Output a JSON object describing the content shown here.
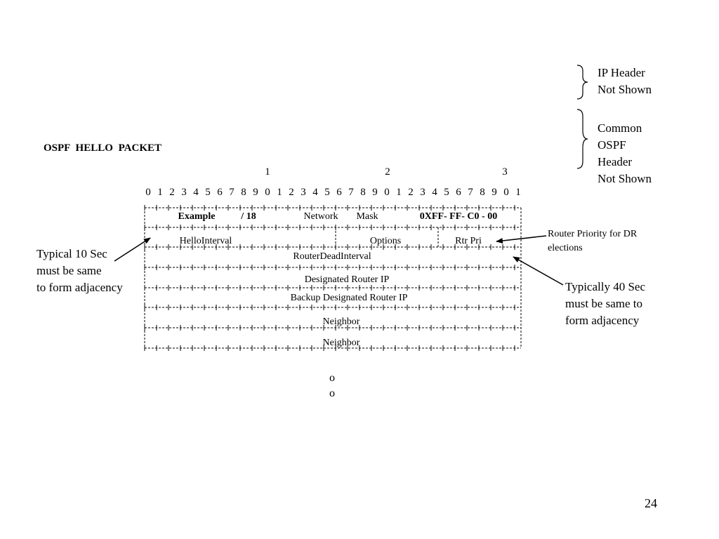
{
  "title": "OSPF  HELLO  PACKET",
  "bit_decades": [
    "1",
    "2",
    "3"
  ],
  "bit_indices": [
    "0",
    "1",
    "2",
    "3",
    "4",
    "5",
    "6",
    "7",
    "8",
    "9",
    "0",
    "1",
    "2",
    "3",
    "4",
    "5",
    "6",
    "7",
    "8",
    "9",
    "0",
    "1",
    "2",
    "3",
    "4",
    "5",
    "6",
    "7",
    "8",
    "9",
    "0",
    "1"
  ],
  "packet": {
    "row1": {
      "example": "Example",
      "prefix": "/ 18",
      "network": "Network",
      "mask": "Mask",
      "mask_value": "0XFF- FF- C0 - 00"
    },
    "row2": {
      "hello_interval": "HelloInterval",
      "options": "Options",
      "rtr_pri": "Rtr Pri"
    },
    "row3": "RouterDeadInterval",
    "row4": "Designated Router IP",
    "row5": "Backup Designated Router IP",
    "row6": "Neighbor",
    "row7": "Neighbor"
  },
  "ellipsis": [
    "o",
    "o"
  ],
  "annotations": {
    "ip_header": [
      "IP Header",
      "Not Shown"
    ],
    "common_header": [
      "Common",
      "OSPF",
      "Header",
      "Not Shown"
    ],
    "router_priority": [
      "Router Priority for DR",
      "elections"
    ],
    "hello_note": [
      "Typical 10 Sec",
      "must be same",
      "to form adjacency"
    ],
    "dead_note": [
      "Typically 40 Sec",
      "must be same to",
      "form adjacency"
    ]
  },
  "page_number": "24"
}
